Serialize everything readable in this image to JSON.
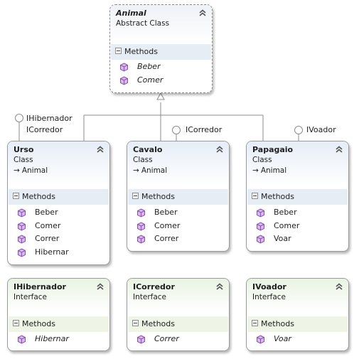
{
  "diagram": {
    "abstract_class": {
      "name": "Animal",
      "kind": "Abstract Class",
      "section": "Methods",
      "methods": [
        "Beber",
        "Comer"
      ]
    },
    "classes": [
      {
        "name": "Urso",
        "kind": "Class",
        "parent": "Animal",
        "section": "Methods",
        "methods": [
          "Beber",
          "Comer",
          "Correr",
          "Hibernar"
        ],
        "lollipops": [
          "IHibernador",
          "ICorredor"
        ]
      },
      {
        "name": "Cavalo",
        "kind": "Class",
        "parent": "Animal",
        "section": "Methods",
        "methods": [
          "Beber",
          "Comer",
          "Correr"
        ],
        "lollipops": [
          "ICorredor"
        ]
      },
      {
        "name": "Papagaio",
        "kind": "Class",
        "parent": "Animal",
        "section": "Methods",
        "methods": [
          "Beber",
          "Comer",
          "Voar"
        ],
        "lollipops": [
          "IVoador"
        ]
      }
    ],
    "interfaces": [
      {
        "name": "IHibernador",
        "kind": "Interface",
        "section": "Methods",
        "methods": [
          "Hibernar"
        ]
      },
      {
        "name": "ICorredor",
        "kind": "Interface",
        "section": "Methods",
        "methods": [
          "Correr"
        ]
      },
      {
        "name": "IVoador",
        "kind": "Interface",
        "section": "Methods",
        "methods": [
          "Voar"
        ]
      }
    ],
    "icons": {
      "collapse": "double-chevron-up-icon",
      "expand_toggle": "minus-box-icon",
      "method": "method-cube-icon",
      "inheritance": "inherits-arrow-icon",
      "lollipop": "interface-lollipop-icon"
    },
    "colors": {
      "class_header": "#e6edf7",
      "interface_header": "#e9f3e2",
      "method_icon": "#8a4fb0",
      "border": "#9a9a9a",
      "connector": "#8c8c8c"
    }
  }
}
